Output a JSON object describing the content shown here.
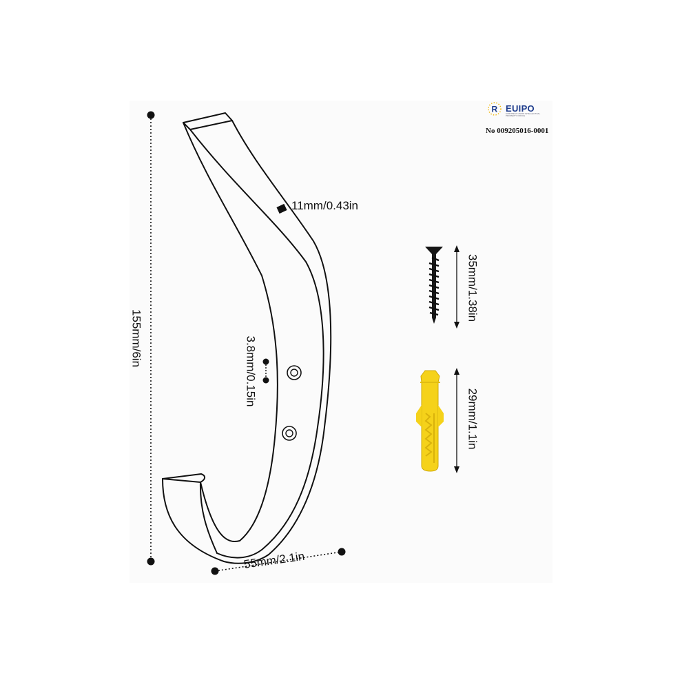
{
  "dimensions": {
    "height": "155mm/6in",
    "width": "55mm/2.1in",
    "thickness": "11mm/0.43in",
    "hole_diameter": "3.8mm/0.15in",
    "screw_length": "35mm/1.38in",
    "anchor_length": "29mm/1.1in"
  },
  "certification": {
    "brand": "EUIPO",
    "subtitle": "European Union Intellectual Property Office",
    "number": "No 009205016-0001"
  },
  "colors": {
    "outline": "#111111",
    "anchor_fill": "#f5d21a",
    "anchor_shade": "#d9b20c",
    "logo_blue": "#1e3c8c",
    "logo_star": "#f0b400"
  }
}
